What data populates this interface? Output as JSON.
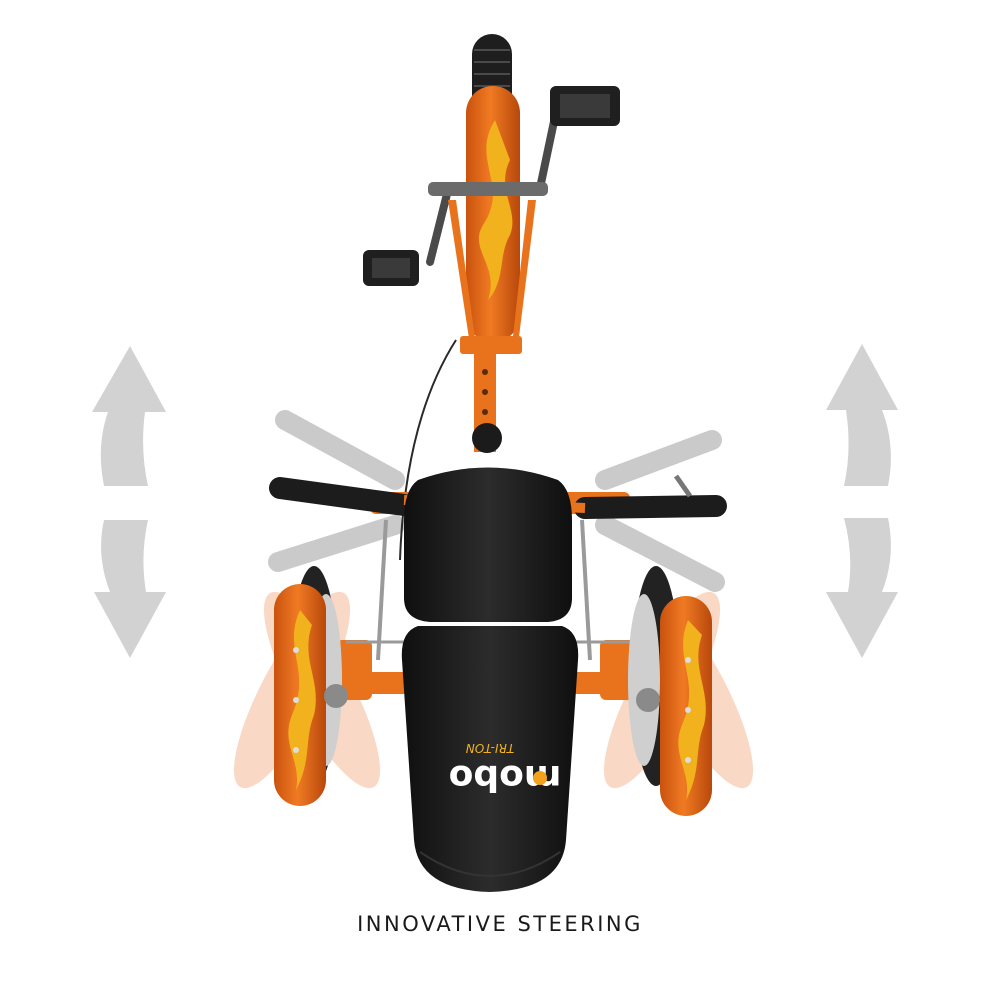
{
  "caption": "INNOVATIVE STEERING",
  "logo": {
    "brand": "mobo",
    "model": "TRI-TON"
  },
  "colors": {
    "frame": "#e8731c",
    "flame": "#f2b21d",
    "seat": "#1b1b1b",
    "arrow": "#d2d2d2",
    "ghost": "#f3b28a"
  },
  "icons": [
    "arrow-up-icon",
    "arrow-down-icon"
  ]
}
